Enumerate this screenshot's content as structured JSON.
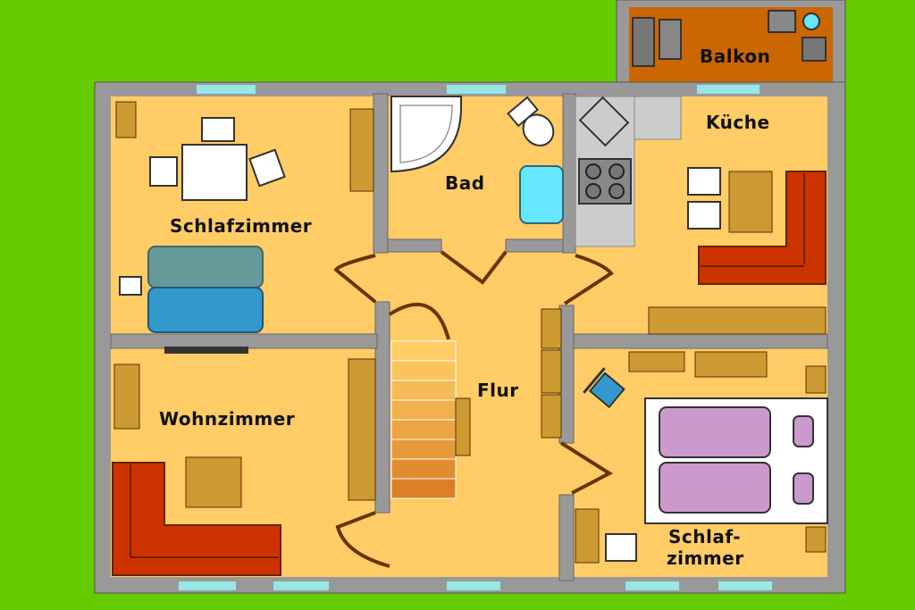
{
  "floorplan": {
    "rooms": {
      "balkon": "Balkon",
      "bad": "Bad",
      "kueche": "Küche",
      "schlafzimmer_1": "Schlafzimmer",
      "wohnzimmer": "Wohnzimmer",
      "flur": "Flur",
      "schlafzimmer_2_line1": "Schlaf-",
      "schlafzimmer_2_line2": "zimmer"
    }
  },
  "colors": {
    "background": "#66cc00",
    "floor": "#ffcc66",
    "wall": "#999999",
    "window": "#99e6e6",
    "furniture_wood": "#cc9933",
    "sofa_red": "#cc3300",
    "bed_blue": "#3399cc",
    "bed_pink": "#cc99cc",
    "shower": "#66e6ff",
    "kitchen_grey": "#cccccc",
    "balkon_floor": "#cc6600"
  }
}
